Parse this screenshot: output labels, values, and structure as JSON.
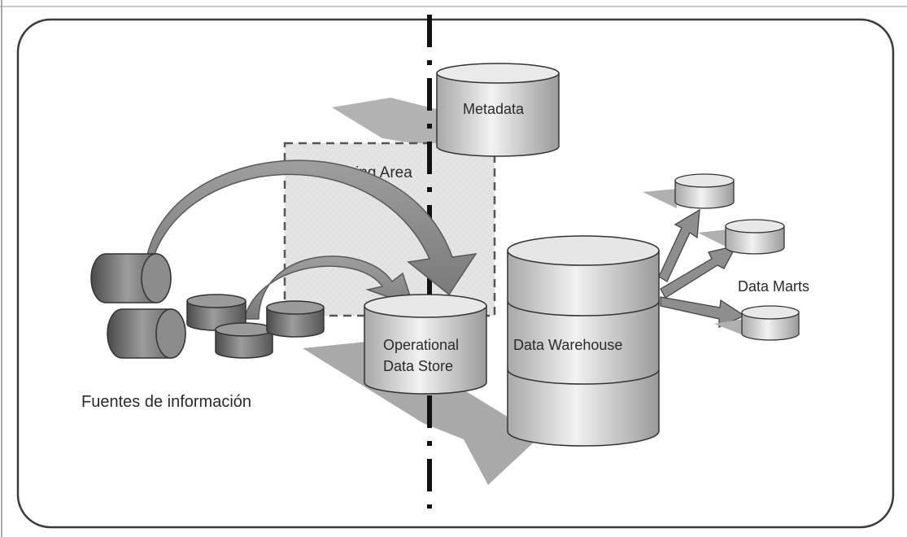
{
  "labels": {
    "metadata": "Metadata",
    "staging_area": "Staging Area",
    "ods_line1": "Operational",
    "ods_line2": "Data Store",
    "data_warehouse": "Data Warehouse",
    "data_marts": "Data Marts",
    "sources": "Fuentes de información"
  },
  "colors": {
    "frame_border": "#3a3a3a",
    "cylinder_light": "#dcdcdc",
    "cylinder_dark": "#7a7a7a",
    "arrow": "#8c8c8c",
    "shadow": "#a6a6a6",
    "staging_fill": "#e6e6e6"
  }
}
